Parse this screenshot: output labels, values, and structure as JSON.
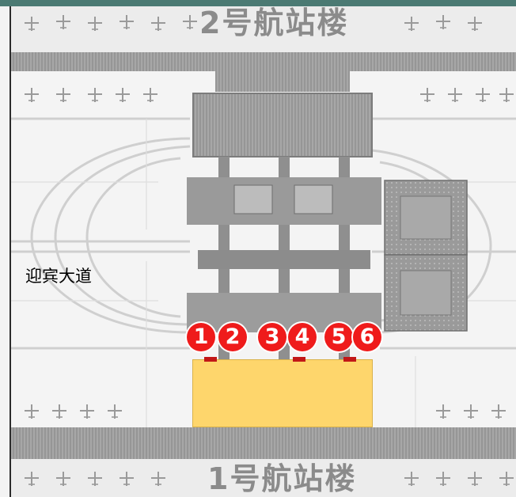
{
  "map": {
    "terminal_2_label": "2号航站楼",
    "terminal_1_label": "1号航站楼",
    "road_label": "迎宾大道",
    "entrances": [
      "1",
      "2",
      "3",
      "4",
      "5",
      "6"
    ]
  },
  "colors": {
    "marker": "#ef1b1b",
    "highlight_building": "#fed66c",
    "frame_top": "#4b7a73",
    "building_gray": "#8a8a8a"
  }
}
